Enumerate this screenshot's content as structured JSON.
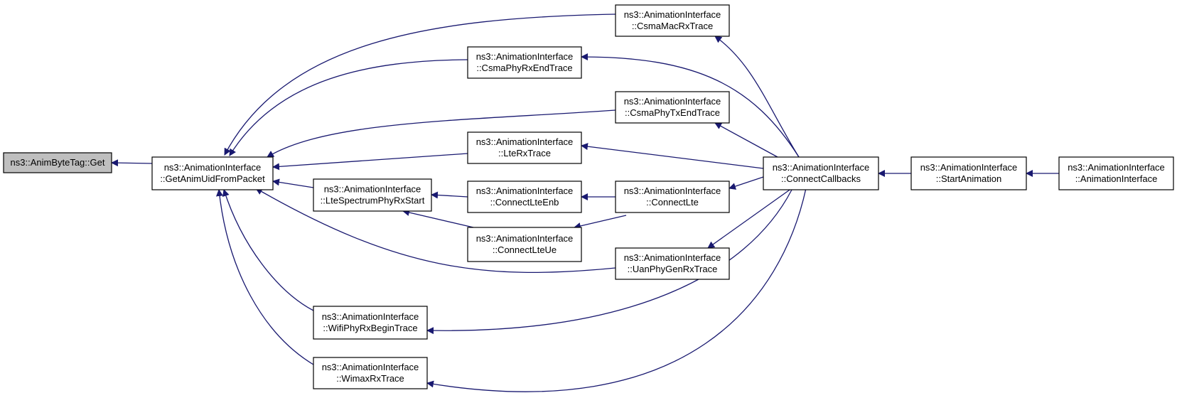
{
  "graph": {
    "nodes": [
      {
        "id": "get",
        "lines": [
          "ns3::AnimByteTag::Get"
        ],
        "root": true
      },
      {
        "id": "getanim",
        "lines": [
          "ns3::AnimationInterface",
          "::GetAnimUidFromPacket"
        ]
      },
      {
        "id": "csmamacrx",
        "lines": [
          "ns3::AnimationInterface",
          "::CsmaMacRxTrace"
        ]
      },
      {
        "id": "csmaphyrxend",
        "lines": [
          "ns3::AnimationInterface",
          "::CsmaPhyRxEndTrace"
        ]
      },
      {
        "id": "csmaphytxend",
        "lines": [
          "ns3::AnimationInterface",
          "::CsmaPhyTxEndTrace"
        ]
      },
      {
        "id": "lterx",
        "lines": [
          "ns3::AnimationInterface",
          "::LteRxTrace"
        ]
      },
      {
        "id": "ltespectrum",
        "lines": [
          "ns3::AnimationInterface",
          "::LteSpectrumPhyRxStart"
        ]
      },
      {
        "id": "connectlteenb",
        "lines": [
          "ns3::AnimationInterface",
          "::ConnectLteEnb"
        ]
      },
      {
        "id": "connectlteue",
        "lines": [
          "ns3::AnimationInterface",
          "::ConnectLteUe"
        ]
      },
      {
        "id": "connectlte",
        "lines": [
          "ns3::AnimationInterface",
          "::ConnectLte"
        ]
      },
      {
        "id": "uanphygenrx",
        "lines": [
          "ns3::AnimationInterface",
          "::UanPhyGenRxTrace"
        ]
      },
      {
        "id": "wifiphyrxbegin",
        "lines": [
          "ns3::AnimationInterface",
          "::WifiPhyRxBeginTrace"
        ]
      },
      {
        "id": "wimaxrx",
        "lines": [
          "ns3::AnimationInterface",
          "::WimaxRxTrace"
        ]
      },
      {
        "id": "connectcallbacks",
        "lines": [
          "ns3::AnimationInterface",
          "::ConnectCallbacks"
        ]
      },
      {
        "id": "startanimation",
        "lines": [
          "ns3::AnimationInterface",
          "::StartAnimation"
        ]
      },
      {
        "id": "animinterface",
        "lines": [
          "ns3::AnimationInterface",
          "::AnimationInterface"
        ]
      }
    ],
    "edges": [
      {
        "from": "getanim",
        "to": "get"
      },
      {
        "from": "csmamacrx",
        "to": "getanim"
      },
      {
        "from": "csmaphyrxend",
        "to": "getanim"
      },
      {
        "from": "csmaphytxend",
        "to": "getanim"
      },
      {
        "from": "lterx",
        "to": "getanim"
      },
      {
        "from": "ltespectrum",
        "to": "getanim"
      },
      {
        "from": "uanphygenrx",
        "to": "getanim"
      },
      {
        "from": "wifiphyrxbegin",
        "to": "getanim"
      },
      {
        "from": "wimaxrx",
        "to": "getanim"
      },
      {
        "from": "connectlteenb",
        "to": "ltespectrum"
      },
      {
        "from": "connectlteue",
        "to": "ltespectrum"
      },
      {
        "from": "connectlte",
        "to": "connectlteenb"
      },
      {
        "from": "connectlte",
        "to": "connectlteue"
      },
      {
        "from": "connectcallbacks",
        "to": "csmamacrx"
      },
      {
        "from": "connectcallbacks",
        "to": "csmaphyrxend"
      },
      {
        "from": "connectcallbacks",
        "to": "csmaphytxend"
      },
      {
        "from": "connectcallbacks",
        "to": "lterx"
      },
      {
        "from": "connectcallbacks",
        "to": "connectlte"
      },
      {
        "from": "connectcallbacks",
        "to": "uanphygenrx"
      },
      {
        "from": "connectcallbacks",
        "to": "wifiphyrxbegin"
      },
      {
        "from": "connectcallbacks",
        "to": "wimaxrx"
      },
      {
        "from": "startanimation",
        "to": "connectcallbacks"
      },
      {
        "from": "animinterface",
        "to": "startanimation"
      }
    ],
    "colors": {
      "edge": "#191970",
      "root_fill": "#bfbfbf",
      "node_fill": "#ffffff",
      "border": "#000000"
    }
  }
}
